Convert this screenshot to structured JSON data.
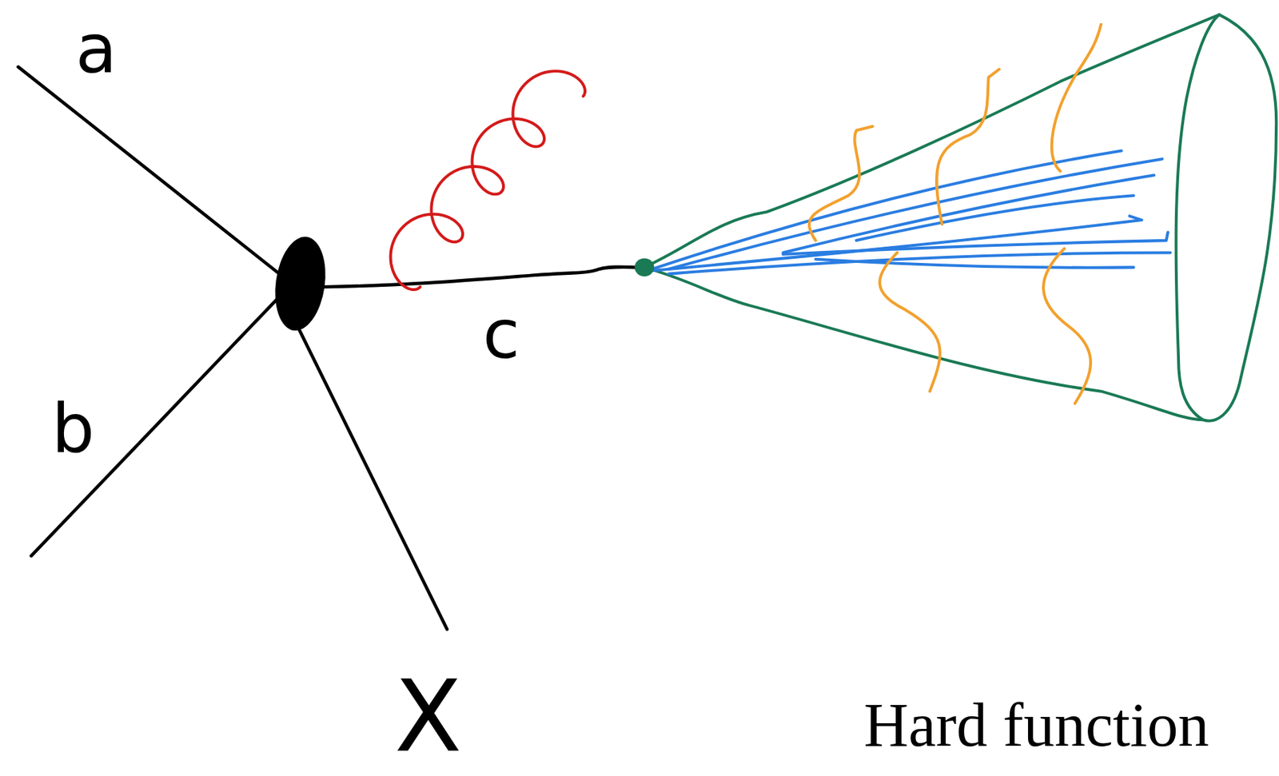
{
  "diagram": {
    "labels": [
      "a",
      "b",
      "c",
      "X",
      "Hard function"
    ]
  }
}
